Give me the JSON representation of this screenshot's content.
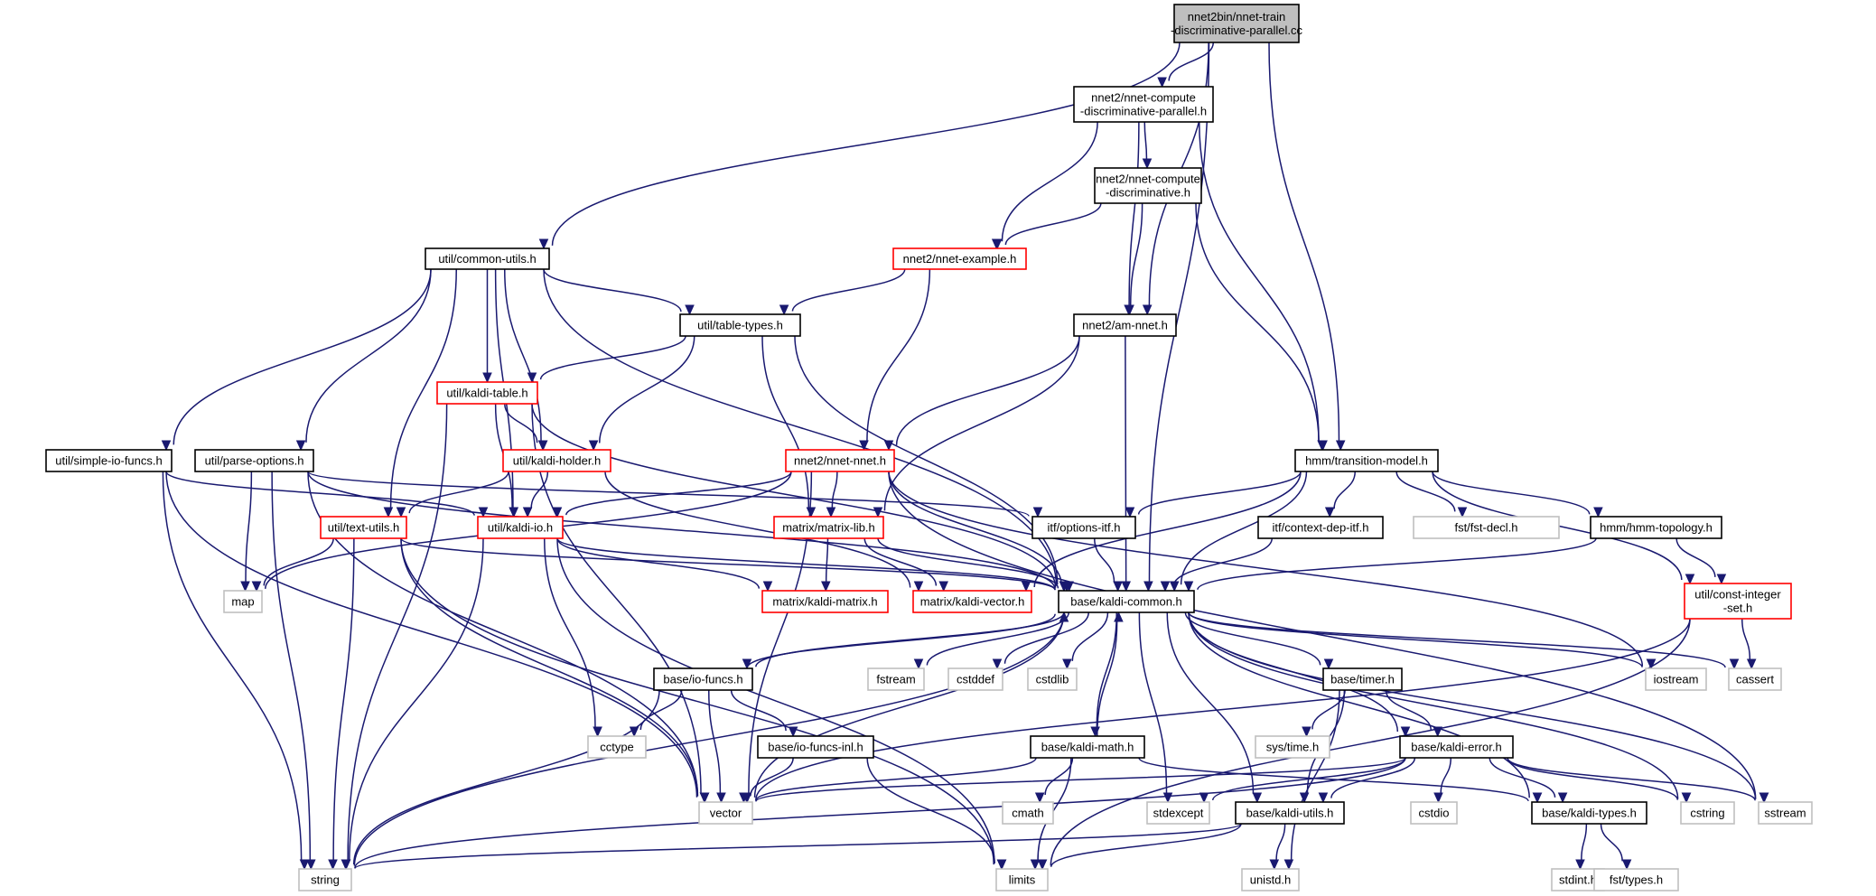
{
  "diagram": {
    "nodes": [
      {
        "id": "root",
        "lines": [
          "nnet2bin/nnet-train",
          "-discriminative-parallel.cc"
        ],
        "style": "root"
      },
      {
        "id": "ncdp",
        "lines": [
          "nnet2/nnet-compute",
          "-discriminative-parallel.h"
        ],
        "style": "plain"
      },
      {
        "id": "ncd",
        "lines": [
          "nnet2/nnet-compute",
          "-discriminative.h"
        ],
        "style": "plain"
      },
      {
        "id": "common",
        "lines": [
          "util/common-utils.h"
        ],
        "style": "plain"
      },
      {
        "id": "nex",
        "lines": [
          "nnet2/nnet-example.h"
        ],
        "style": "red"
      },
      {
        "id": "ttypes",
        "lines": [
          "util/table-types.h"
        ],
        "style": "plain"
      },
      {
        "id": "amnnet",
        "lines": [
          "nnet2/am-nnet.h"
        ],
        "style": "plain"
      },
      {
        "id": "ktable",
        "lines": [
          "util/kaldi-table.h"
        ],
        "style": "red"
      },
      {
        "id": "sio",
        "lines": [
          "util/simple-io-funcs.h"
        ],
        "style": "plain"
      },
      {
        "id": "popt",
        "lines": [
          "util/parse-options.h"
        ],
        "style": "plain"
      },
      {
        "id": "kholder",
        "lines": [
          "util/kaldi-holder.h"
        ],
        "style": "red"
      },
      {
        "id": "nnet",
        "lines": [
          "nnet2/nnet-nnet.h"
        ],
        "style": "red"
      },
      {
        "id": "tm",
        "lines": [
          "hmm/transition-model.h"
        ],
        "style": "plain"
      },
      {
        "id": "tu",
        "lines": [
          "util/text-utils.h"
        ],
        "style": "red"
      },
      {
        "id": "kio",
        "lines": [
          "util/kaldi-io.h"
        ],
        "style": "red"
      },
      {
        "id": "mlib",
        "lines": [
          "matrix/matrix-lib.h"
        ],
        "style": "red"
      },
      {
        "id": "oitf",
        "lines": [
          "itf/options-itf.h"
        ],
        "style": "plain"
      },
      {
        "id": "cditf",
        "lines": [
          "itf/context-dep-itf.h"
        ],
        "style": "plain"
      },
      {
        "id": "fstdecl",
        "lines": [
          "fst/fst-decl.h"
        ],
        "style": "grey"
      },
      {
        "id": "hmmtop",
        "lines": [
          "hmm/hmm-topology.h"
        ],
        "style": "plain"
      },
      {
        "id": "map",
        "lines": [
          "map"
        ],
        "style": "grey"
      },
      {
        "id": "kmat",
        "lines": [
          "matrix/kaldi-matrix.h"
        ],
        "style": "red"
      },
      {
        "id": "kvec",
        "lines": [
          "matrix/kaldi-vector.h"
        ],
        "style": "red"
      },
      {
        "id": "kcommon",
        "lines": [
          "base/kaldi-common.h"
        ],
        "style": "plain"
      },
      {
        "id": "cis",
        "lines": [
          "util/const-integer",
          "-set.h"
        ],
        "style": "red"
      },
      {
        "id": "iof",
        "lines": [
          "base/io-funcs.h"
        ],
        "style": "plain"
      },
      {
        "id": "fstream",
        "lines": [
          "fstream"
        ],
        "style": "grey"
      },
      {
        "id": "cstddef",
        "lines": [
          "cstddef"
        ],
        "style": "grey"
      },
      {
        "id": "cstdlib",
        "lines": [
          "cstdlib"
        ],
        "style": "grey"
      },
      {
        "id": "timer",
        "lines": [
          "base/timer.h"
        ],
        "style": "plain"
      },
      {
        "id": "iostream",
        "lines": [
          "iostream"
        ],
        "style": "grey"
      },
      {
        "id": "cassert",
        "lines": [
          "cassert"
        ],
        "style": "grey"
      },
      {
        "id": "cctype",
        "lines": [
          "cctype"
        ],
        "style": "grey"
      },
      {
        "id": "iofinl",
        "lines": [
          "base/io-funcs-inl.h"
        ],
        "style": "plain"
      },
      {
        "id": "kmath",
        "lines": [
          "base/kaldi-math.h"
        ],
        "style": "plain"
      },
      {
        "id": "systime",
        "lines": [
          "sys/time.h"
        ],
        "style": "grey"
      },
      {
        "id": "kerror",
        "lines": [
          "base/kaldi-error.h"
        ],
        "style": "plain"
      },
      {
        "id": "vector",
        "lines": [
          "vector"
        ],
        "style": "grey"
      },
      {
        "id": "cmath",
        "lines": [
          "cmath"
        ],
        "style": "grey"
      },
      {
        "id": "stdexcept",
        "lines": [
          "stdexcept"
        ],
        "style": "grey"
      },
      {
        "id": "kutils",
        "lines": [
          "base/kaldi-utils.h"
        ],
        "style": "plain"
      },
      {
        "id": "cstdio",
        "lines": [
          "cstdio"
        ],
        "style": "grey"
      },
      {
        "id": "ktypes",
        "lines": [
          "base/kaldi-types.h"
        ],
        "style": "plain"
      },
      {
        "id": "cstring",
        "lines": [
          "cstring"
        ],
        "style": "grey"
      },
      {
        "id": "sstream",
        "lines": [
          "sstream"
        ],
        "style": "grey"
      },
      {
        "id": "string",
        "lines": [
          "string"
        ],
        "style": "grey"
      },
      {
        "id": "limits",
        "lines": [
          "limits"
        ],
        "style": "grey"
      },
      {
        "id": "unistd",
        "lines": [
          "unistd.h"
        ],
        "style": "grey"
      },
      {
        "id": "stdint",
        "lines": [
          "stdint.h"
        ],
        "style": "grey"
      },
      {
        "id": "fsttypes",
        "lines": [
          "fst/types.h"
        ],
        "style": "grey"
      }
    ],
    "edges": [
      [
        "root",
        "ncdp"
      ],
      [
        "root",
        "common"
      ],
      [
        "root",
        "amnnet"
      ],
      [
        "root",
        "tm"
      ],
      [
        "root",
        "kcommon"
      ],
      [
        "ncdp",
        "ncd"
      ],
      [
        "ncdp",
        "nex"
      ],
      [
        "ncdp",
        "amnnet"
      ],
      [
        "ncdp",
        "tm"
      ],
      [
        "ncd",
        "nex"
      ],
      [
        "ncd",
        "amnnet"
      ],
      [
        "ncd",
        "tm"
      ],
      [
        "nex",
        "ttypes"
      ],
      [
        "nex",
        "nnet"
      ],
      [
        "common",
        "ttypes"
      ],
      [
        "common",
        "ktable"
      ],
      [
        "common",
        "kholder"
      ],
      [
        "common",
        "kio"
      ],
      [
        "common",
        "tu"
      ],
      [
        "common",
        "sio"
      ],
      [
        "common",
        "popt"
      ],
      [
        "common",
        "kcommon"
      ],
      [
        "ttypes",
        "ktable"
      ],
      [
        "ttypes",
        "kholder"
      ],
      [
        "ttypes",
        "mlib"
      ],
      [
        "ttypes",
        "kcommon"
      ],
      [
        "amnnet",
        "nnet"
      ],
      [
        "amnnet",
        "mlib"
      ],
      [
        "amnnet",
        "kcommon"
      ],
      [
        "ktable",
        "kholder"
      ],
      [
        "ktable",
        "kio"
      ],
      [
        "ktable",
        "kcommon"
      ],
      [
        "ktable",
        "string"
      ],
      [
        "ktable",
        "vector"
      ],
      [
        "sio",
        "kio"
      ],
      [
        "sio",
        "string"
      ],
      [
        "sio",
        "vector"
      ],
      [
        "popt",
        "map"
      ],
      [
        "popt",
        "string"
      ],
      [
        "popt",
        "vector"
      ],
      [
        "popt",
        "oitf"
      ],
      [
        "popt",
        "kcommon"
      ],
      [
        "kholder",
        "kio"
      ],
      [
        "kholder",
        "tu"
      ],
      [
        "kholder",
        "kvec"
      ],
      [
        "nnet",
        "kio"
      ],
      [
        "nnet",
        "mlib"
      ],
      [
        "nnet",
        "kcommon"
      ],
      [
        "nnet",
        "map"
      ],
      [
        "nnet",
        "vector"
      ],
      [
        "nnet",
        "iostream"
      ],
      [
        "nnet",
        "sstream"
      ],
      [
        "tm",
        "oitf"
      ],
      [
        "tm",
        "cditf"
      ],
      [
        "tm",
        "fstdecl"
      ],
      [
        "tm",
        "hmmtop"
      ],
      [
        "tm",
        "cis"
      ],
      [
        "tm",
        "kvec"
      ],
      [
        "tm",
        "kcommon"
      ],
      [
        "tu",
        "map"
      ],
      [
        "tu",
        "string"
      ],
      [
        "tu",
        "vector"
      ],
      [
        "tu",
        "limits"
      ],
      [
        "tu",
        "kcommon"
      ],
      [
        "kio",
        "kcommon"
      ],
      [
        "kio",
        "kmat"
      ],
      [
        "kio",
        "cctype"
      ],
      [
        "kio",
        "string"
      ],
      [
        "kio",
        "limits"
      ],
      [
        "mlib",
        "kmat"
      ],
      [
        "mlib",
        "kvec"
      ],
      [
        "mlib",
        "kcommon"
      ],
      [
        "oitf",
        "kcommon"
      ],
      [
        "cditf",
        "kcommon"
      ],
      [
        "hmmtop",
        "kcommon"
      ],
      [
        "hmmtop",
        "cis"
      ],
      [
        "cis",
        "cassert"
      ],
      [
        "cis",
        "vector"
      ],
      [
        "cis",
        "limits"
      ],
      [
        "kcommon",
        "iof"
      ],
      [
        "kcommon",
        "fstream"
      ],
      [
        "kcommon",
        "cstddef"
      ],
      [
        "kcommon",
        "cstdlib"
      ],
      [
        "kcommon",
        "kmath"
      ],
      [
        "kcommon",
        "timer"
      ],
      [
        "kcommon",
        "kerror"
      ],
      [
        "kcommon",
        "iostream"
      ],
      [
        "kcommon",
        "cassert"
      ],
      [
        "kcommon",
        "stdexcept"
      ],
      [
        "kcommon",
        "kutils"
      ],
      [
        "kcommon",
        "ktypes"
      ],
      [
        "kcommon",
        "cstring"
      ],
      [
        "kcommon",
        "sstream"
      ],
      [
        "kcommon",
        "string"
      ],
      [
        "kcommon",
        "vector"
      ],
      [
        "iof",
        "cctype"
      ],
      [
        "iof",
        "iofinl"
      ],
      [
        "iof",
        "vector"
      ],
      [
        "iof",
        "string"
      ],
      [
        "iof",
        "kcommon"
      ],
      [
        "iofinl",
        "vector"
      ],
      [
        "iofinl",
        "limits"
      ],
      [
        "timer",
        "systime"
      ],
      [
        "timer",
        "kerror"
      ],
      [
        "timer",
        "kutils"
      ],
      [
        "timer",
        "unistd"
      ],
      [
        "kmath",
        "cmath"
      ],
      [
        "kmath",
        "limits"
      ],
      [
        "kmath",
        "vector"
      ],
      [
        "kmath",
        "ktypes"
      ],
      [
        "kmath",
        "kcommon"
      ],
      [
        "kerror",
        "stdexcept"
      ],
      [
        "kerror",
        "cstdio"
      ],
      [
        "kerror",
        "string"
      ],
      [
        "kerror",
        "vector"
      ],
      [
        "kerror",
        "cstring"
      ],
      [
        "kerror",
        "sstream"
      ],
      [
        "kerror",
        "kutils"
      ],
      [
        "kerror",
        "ktypes"
      ],
      [
        "kutils",
        "string"
      ],
      [
        "kutils",
        "limits"
      ],
      [
        "kutils",
        "unistd"
      ],
      [
        "ktypes",
        "stdint"
      ],
      [
        "ktypes",
        "fsttypes"
      ]
    ]
  }
}
